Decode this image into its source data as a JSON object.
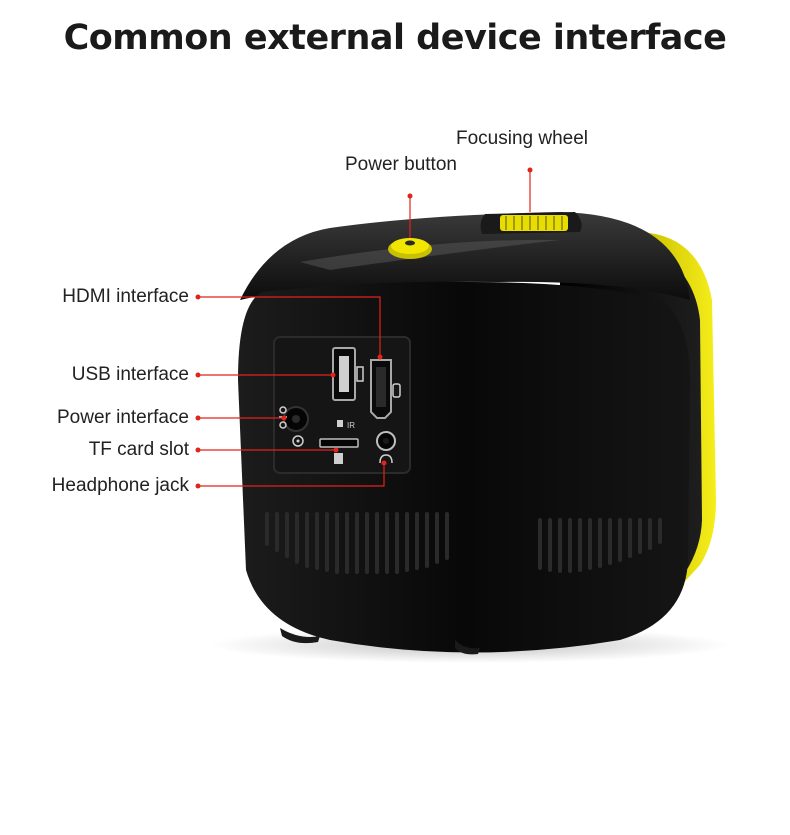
{
  "title": "Common external device interface",
  "colors": {
    "accent": "#f2e600",
    "leader": "#e2231a",
    "body": "#0a0a0a"
  },
  "labels": {
    "focusing_wheel": "Focusing wheel",
    "power_button": "Power button",
    "hdmi": "HDMI interface",
    "usb": "USB interface",
    "power_interface": "Power interface",
    "tf_card": "TF card slot",
    "headphone": "Headphone jack"
  },
  "port_marks": {
    "ir": "IR"
  }
}
